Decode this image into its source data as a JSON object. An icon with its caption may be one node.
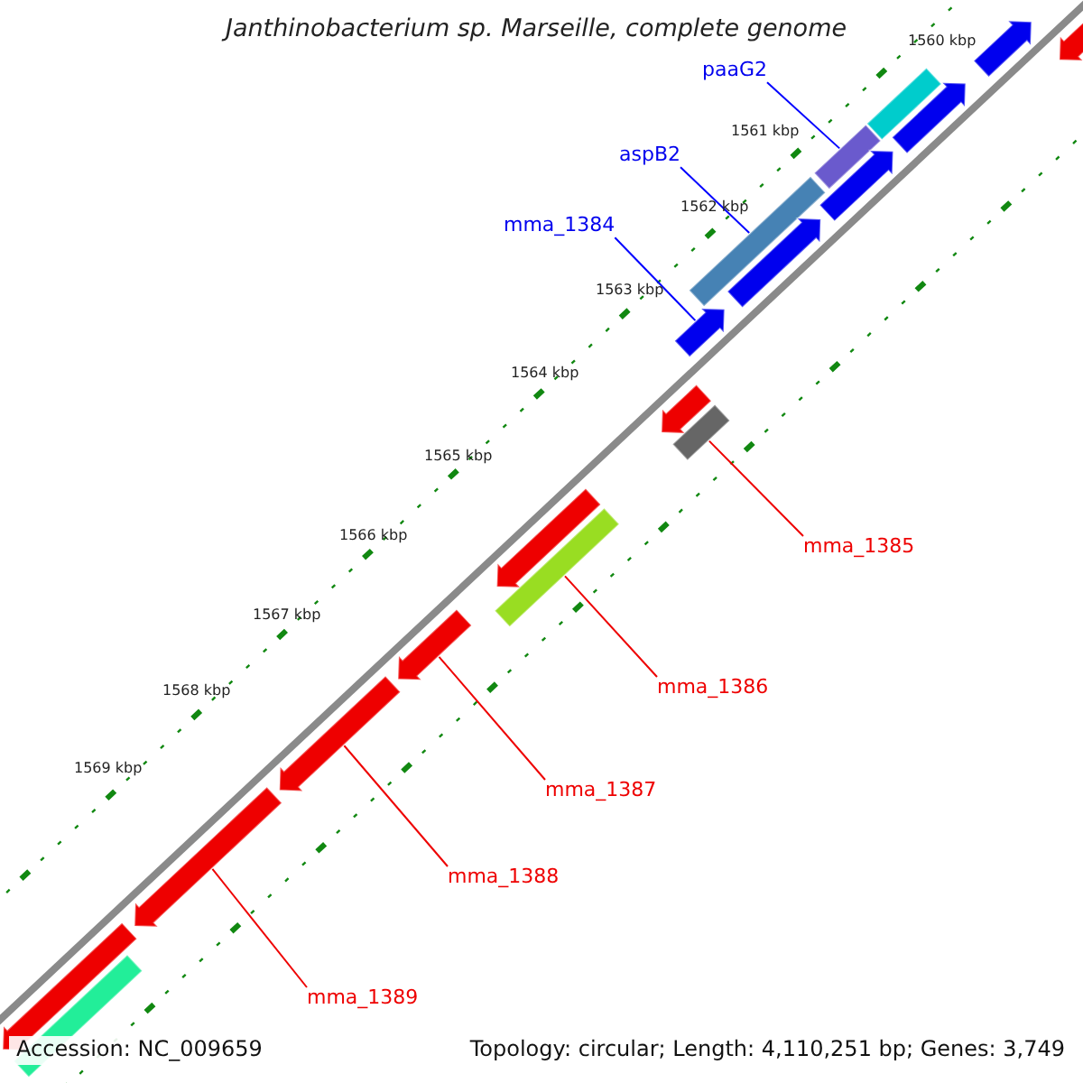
{
  "diagram": {
    "title": "Janthinobacterium sp. Marseille, complete genome",
    "nodes": [
      {
        "text": [
          "paaG2"
        ]
      },
      {
        "text": [
          "aspB2"
        ]
      },
      {
        "text": [
          "mma_1384"
        ]
      },
      {
        "text": [
          "mma_1385"
        ]
      },
      {
        "text": [
          "mma_1386"
        ]
      },
      {
        "text": [
          "mma_1387"
        ]
      },
      {
        "text": [
          "mma_1388"
        ]
      },
      {
        "text": [
          "mma_1389"
        ]
      },
      {
        "text": [],
        "shape": "arrow"
      },
      {
        "text": [],
        "shape": "arrow"
      },
      {
        "text": [],
        "shape": "bar"
      },
      {
        "text": [],
        "shape": "arrow"
      },
      {
        "text": [],
        "shape": "bar"
      },
      {
        "text": [],
        "shape": "arrow"
      },
      {
        "text": [],
        "shape": "bar"
      },
      {
        "text": [],
        "shape": "arrow"
      },
      {
        "text": [],
        "shape": "arrow"
      },
      {
        "text": [],
        "shape": "arrow"
      },
      {
        "text": [],
        "shape": "bar"
      },
      {
        "text": [],
        "shape": "arrow"
      },
      {
        "text": [],
        "shape": "bar"
      },
      {
        "text": [],
        "shape": "arrow"
      },
      {
        "text": [],
        "shape": "arrow"
      },
      {
        "text": [],
        "shape": "arrow"
      },
      {
        "text": [],
        "shape": "arrow"
      },
      {
        "text": [],
        "shape": "bar"
      }
    ],
    "edges": [
      {
        "from": 0,
        "to": 12,
        "arrow": "none",
        "color": "#0000ff"
      },
      {
        "from": 1,
        "to": 14,
        "arrow": "none",
        "color": "#0000ff"
      },
      {
        "from": 2,
        "to": 16,
        "arrow": "none",
        "color": "#0000ff"
      },
      {
        "from": 3,
        "to": 18,
        "arrow": "none"
      },
      {
        "from": 4,
        "to": 20,
        "arrow": "none"
      },
      {
        "from": 5,
        "to": 21,
        "arrow": "none"
      },
      {
        "from": 6,
        "to": 22,
        "arrow": "none"
      },
      {
        "from": 7,
        "to": 23,
        "arrow": "none"
      }
    ],
    "labels": [
      "1560 kbp",
      "1561 kbp",
      "1562 kbp",
      "1563 kbp",
      "1564 kbp",
      "1565 kbp",
      "1566 kbp",
      "1567 kbp",
      "1568 kbp",
      "1569 kbp",
      "Accession: NC_009659",
      "Topology: circular; Length: 4,110,251 bp; Genes: 3,749"
    ]
  }
}
